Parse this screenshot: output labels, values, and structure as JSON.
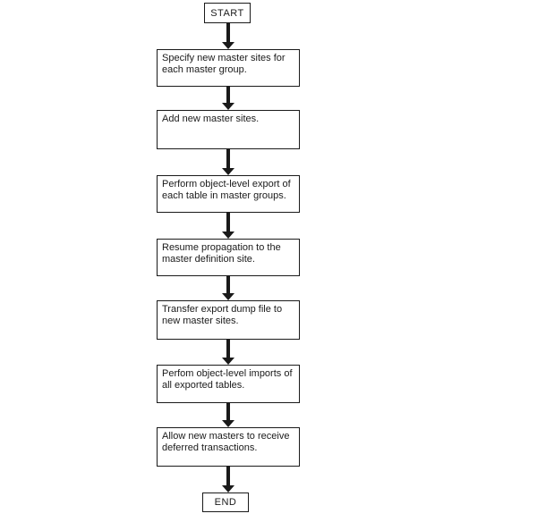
{
  "flowchart": {
    "start": {
      "label": "START"
    },
    "end": {
      "label": "END"
    },
    "steps": [
      {
        "text": "Specify new master sites for\neach master group."
      },
      {
        "text": "Add new master sites."
      },
      {
        "text": "Perform object-level export of\neach table in master groups."
      },
      {
        "text": "Resume propagation to the\nmaster definition site."
      },
      {
        "text": "Transfer export dump file to\nnew master sites."
      },
      {
        "text": "Perfom object-level imports of\nall exported tables."
      },
      {
        "text": "Allow new masters to receive\ndeferred transactions."
      }
    ],
    "colors": {
      "line": "#1a1a1a",
      "box_fill": "#ffffff",
      "background": "#ffffff",
      "text": "#1a1a1a"
    }
  }
}
